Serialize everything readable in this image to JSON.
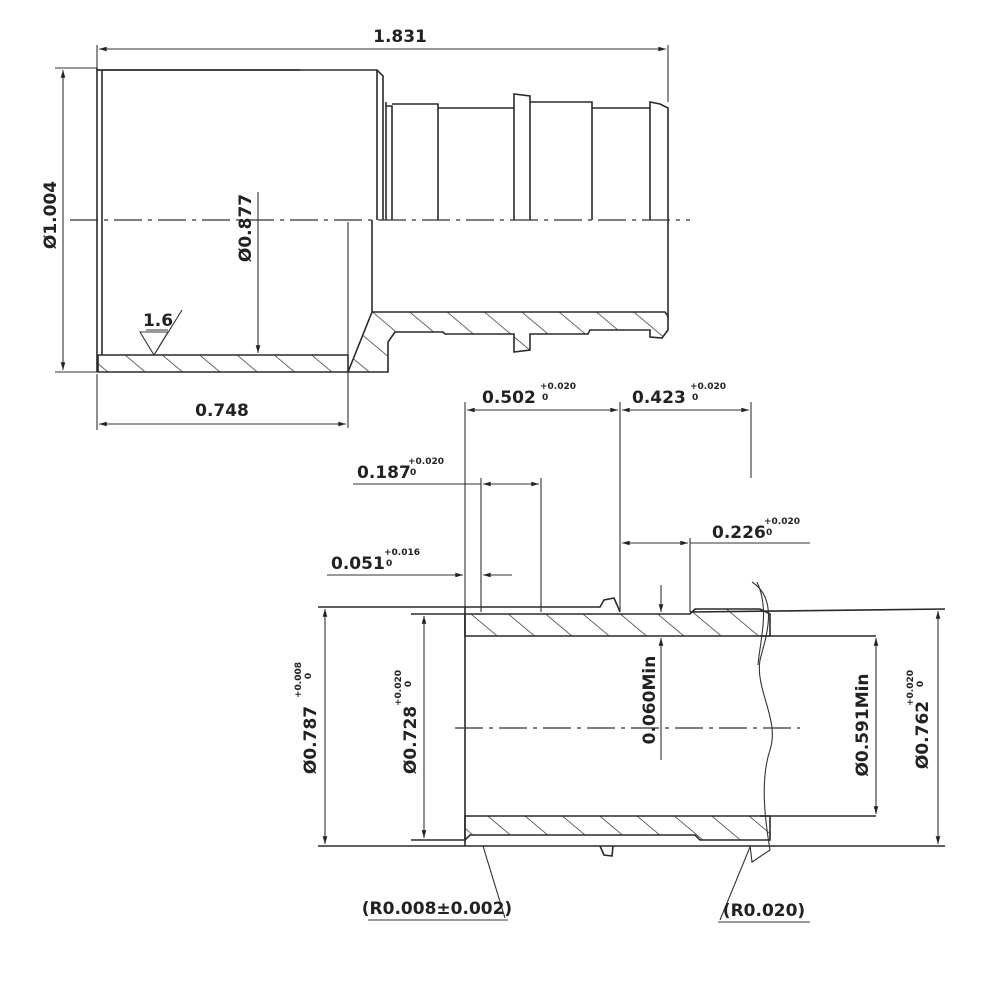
{
  "drawing": {
    "title": "PEX fitting technical drawing",
    "upper_view": {
      "overall_length": "1.831",
      "outer_diameter": "Ø1.004",
      "inner_diameter": "Ø0.877",
      "socket_depth": "0.748",
      "surface_roughness": "1.6"
    },
    "lower_view": {
      "dims": [
        {
          "id": "d502",
          "value": "0.502",
          "tol_upper": "+0.020",
          "tol_lower": "0"
        },
        {
          "id": "d423",
          "value": "0.423",
          "tol_upper": "+0.020",
          "tol_lower": "0"
        },
        {
          "id": "d187",
          "value": "0.187",
          "tol_upper": "+0.020",
          "tol_lower": "0"
        },
        {
          "id": "d051",
          "value": "0.051",
          "tol_upper": "+0.016",
          "tol_lower": "0"
        },
        {
          "id": "d226",
          "value": "0.226",
          "tol_upper": "+0.020",
          "tol_lower": "0"
        }
      ],
      "diameters": [
        {
          "id": "d787",
          "value": "Ø0.787",
          "tol_upper": "+0.008",
          "tol_lower": "0"
        },
        {
          "id": "d728",
          "value": "Ø0.728",
          "tol_upper": "+0.020",
          "tol_lower": "0"
        },
        {
          "id": "d762",
          "value": "Ø0.762",
          "tol_upper": "+0.020",
          "tol_lower": "0"
        }
      ],
      "wall_min": "0.060Min",
      "bore_min": "Ø0.591Min",
      "radius_left": "(R0.008±0.002)",
      "radius_right": "(R0.020)"
    }
  }
}
